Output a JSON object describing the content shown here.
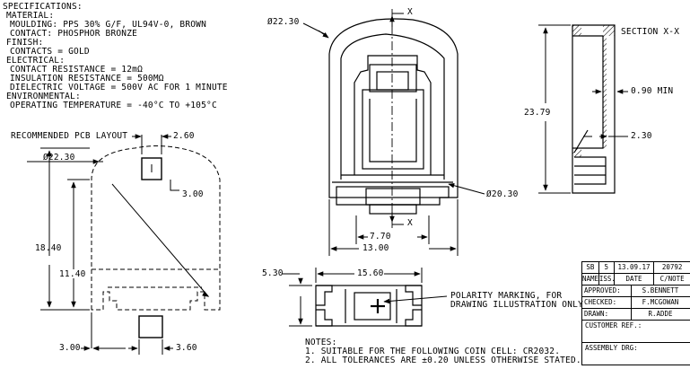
{
  "specs": {
    "title": "SPECIFICATIONS:",
    "material": "MATERIAL:",
    "moulding": "MOULDING: PPS 30% G/F, UL94V-0, BROWN",
    "contact": "CONTACT: PHOSPHOR BRONZE",
    "finish": "FINISH:",
    "contacts": "CONTACTS = GOLD",
    "electrical": "ELECTRICAL:",
    "contact_resistance": "CONTACT RESISTANCE = 12mΩ",
    "insulation_resistance": "INSULATION RESISTANCE = 500MΩ",
    "dielectric_voltage": "DIELECTRIC VOLTAGE = 500V AC FOR 1 MINUTE",
    "environmental": "ENVIRONMENTAL:",
    "operating_temperature": "OPERATING TEMPERATURE = -40°C TO +105°C"
  },
  "pcb": {
    "title": "RECOMMENDED PCB LAYOUT",
    "dim_diameter": "Ø22.30",
    "dim_pad_width": "2.60",
    "dim_pad_offset": "3.00",
    "dim_height_total": "18.40",
    "dim_height_inner": "11.40",
    "dim_bottom_left": "3.00",
    "dim_bottom_pad": "3.60"
  },
  "front": {
    "dim_outer_diameter": "Ø22.30",
    "dim_inner_diameter": "Ø20.30",
    "dim_inner_width": "7.70",
    "dim_width": "13.00",
    "section_mark_top": "X",
    "section_mark_bottom": "X"
  },
  "side": {
    "title": "SECTION X-X",
    "dim_height": "23.79",
    "dim_wall": "0.90 MIN",
    "dim_step": "2.30"
  },
  "bottom_view": {
    "dim_height": "5.30",
    "dim_width": "15.60",
    "polarity_note_1": "POLARITY MARKING, FOR",
    "polarity_note_2": "DRAWING ILLUSTRATION ONLY"
  },
  "notes": {
    "title": "NOTES:",
    "line1": "1. SUITABLE FOR THE FOLLOWING COIN CELL: CR2032.",
    "line2": "2. ALL TOLERANCES ARE ±0.20 UNLESS OTHERWISE STATED."
  },
  "titleblock": {
    "r1": [
      "SB",
      "5",
      "13.09.17",
      "20792"
    ],
    "r2": [
      "NAME",
      "ISS.",
      "DATE",
      "C/NOTE"
    ],
    "approved_label": "APPROVED:",
    "approved": "S.BENNETT",
    "checked_label": "CHECKED:",
    "checked": "F.MCGOWAN",
    "drawn_label": "DRAWN:",
    "drawn": "R.ADDE",
    "customer_ref": "CUSTOMER REF.:",
    "assembly_drg": "ASSEMBLY DRG:"
  }
}
